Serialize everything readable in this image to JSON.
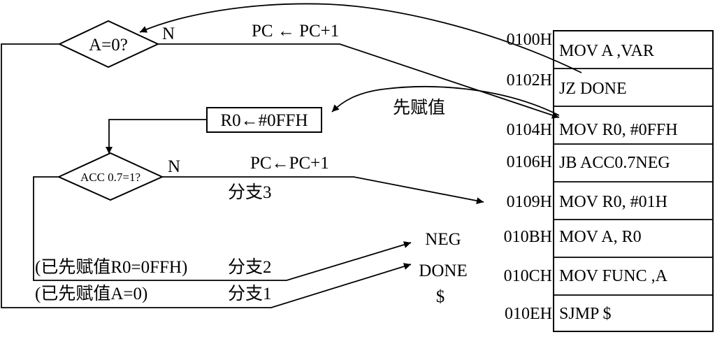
{
  "flowchart": {
    "decision1": "A=0?",
    "decision1_no": "N",
    "pc_increment_1": "PC ← PC+1",
    "assign_box": "R0←#0FFH",
    "pre_assign_note": "先赋值",
    "decision2": "ACC 0.7=1?",
    "decision2_no": "N",
    "pc_increment_2": "PC←PC+1",
    "branch3": "分支3",
    "branch2_note": "(已先赋值R0=0FFH)",
    "branch2": "分支2",
    "branch1_note": "(已先赋值A=0)",
    "branch1": "分支1",
    "target_neg": "NEG",
    "target_done": "DONE",
    "target_dollar": "$"
  },
  "program": {
    "rows": [
      {
        "address": "0100H",
        "instruction": "MOV  A ,VAR"
      },
      {
        "address": "0102H",
        "instruction": "JZ  DONE"
      },
      {
        "address": "0104H",
        "instruction": "MOV R0, #0FFH"
      },
      {
        "address": "0106H",
        "instruction": "JB  ACC0.7NEG"
      },
      {
        "address": "0109H",
        "instruction": "MOV  R0, #01H"
      },
      {
        "address": "010BH",
        "instruction": "MOV  A, R0"
      },
      {
        "address": "010CH",
        "instruction": "MOV  FUNC ,A"
      },
      {
        "address": "010EH",
        "instruction": "SJMP  $"
      }
    ]
  }
}
